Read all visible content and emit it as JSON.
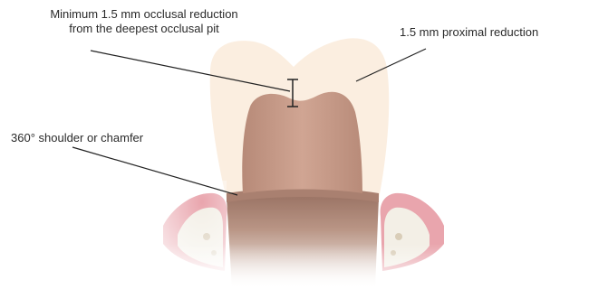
{
  "labels": {
    "occlusal_line1": "Minimum 1.5 mm occlusal reduction",
    "occlusal_line2": "from the deepest occlusal pit",
    "proximal": "1.5 mm proximal reduction",
    "shoulder": "360° shoulder or chamfer"
  },
  "colors": {
    "crown_outline": "#fbeee0",
    "prepared_tooth": "#c79a88",
    "gingiva": "#e9a5ad",
    "bone": "#f3efe6",
    "leader_line": "#222222"
  }
}
